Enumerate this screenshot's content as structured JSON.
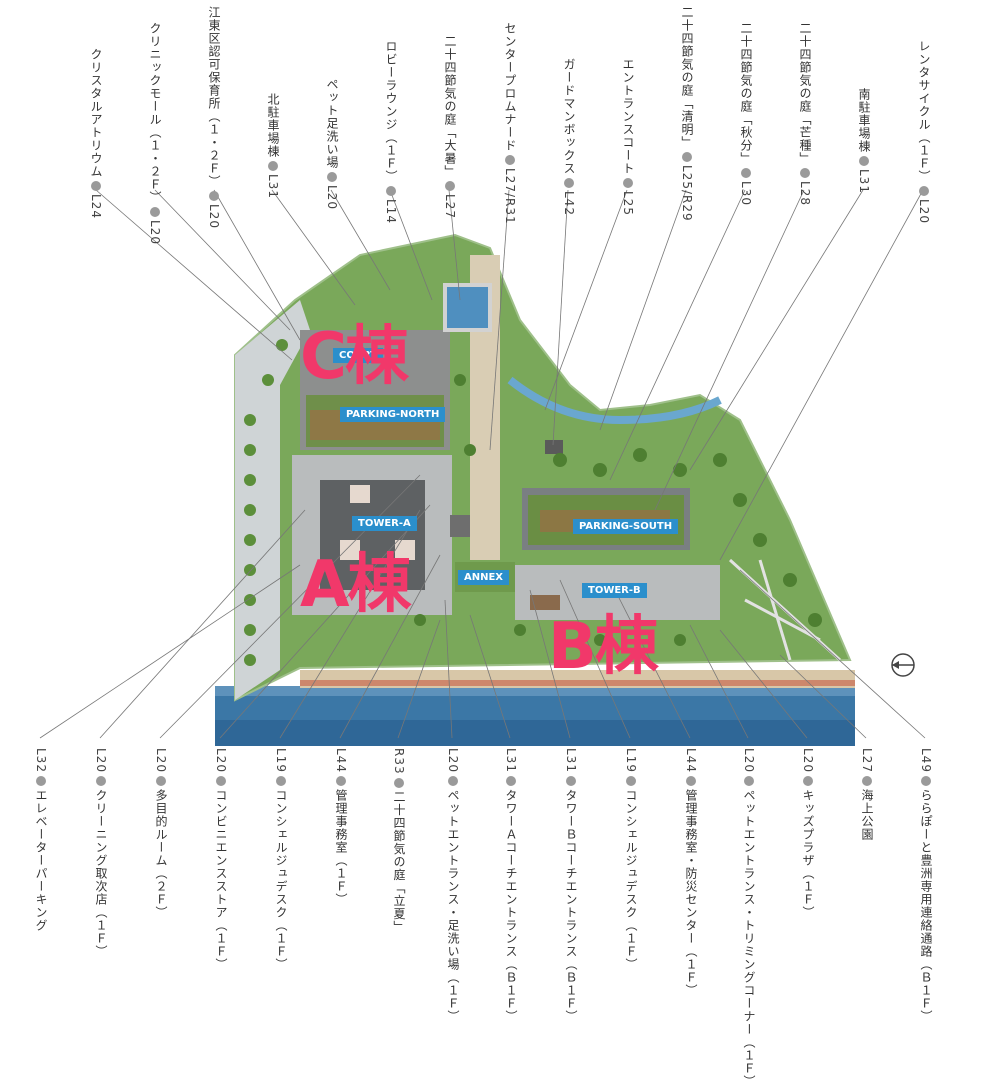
{
  "top_labels": [
    {
      "code": "L24",
      "name": "クリスタルアトリウム"
    },
    {
      "code": "L20",
      "name": "クリニックモール（１・２Ｆ）"
    },
    {
      "code": "L20",
      "name": "江東区認可保育所（１・２Ｆ）"
    },
    {
      "code": "L31",
      "name": "北駐車場棟"
    },
    {
      "code": "L20",
      "name": "ペット足洗い場"
    },
    {
      "code": "L14",
      "name": "ロビーラウンジ（１Ｆ）"
    },
    {
      "code": "L27",
      "name": "二十四節気の庭「大暑」"
    },
    {
      "code": "L27/R31",
      "name": "センタープロムナード"
    },
    {
      "code": "L42",
      "name": "ガードマンボックス"
    },
    {
      "code": "L25",
      "name": "エントランスコート"
    },
    {
      "code": "L25/R29",
      "name": "二十四節気の庭「清明」"
    },
    {
      "code": "L30",
      "name": "二十四節気の庭「秋分」"
    },
    {
      "code": "L28",
      "name": "二十四節気の庭「芒種」"
    },
    {
      "code": "L31",
      "name": "南駐車場棟"
    },
    {
      "code": "L20",
      "name": "レンタサイクル（１Ｆ）"
    }
  ],
  "bottom_labels": [
    {
      "code": "L32",
      "name": "エレベーターパーキング"
    },
    {
      "code": "L20",
      "name": "クリーニング取次店（１Ｆ）"
    },
    {
      "code": "L20",
      "name": "多目的ルーム（２Ｆ）"
    },
    {
      "code": "L20",
      "name": "コンビニエンスストア（１Ｆ）"
    },
    {
      "code": "L19",
      "name": "コンシェルジュデスク（１Ｆ）"
    },
    {
      "code": "L44",
      "name": "管理事務室（１Ｆ）"
    },
    {
      "code": "R33",
      "name": "二十四節気の庭「立夏」"
    },
    {
      "code": "L20",
      "name": "ペットエントランス・足洗い場（１Ｆ）"
    },
    {
      "code": "L31",
      "name": "タワーＡコーチエントランス（Ｂ１Ｆ）"
    },
    {
      "code": "L31",
      "name": "タワーＢコーチエントランス（Ｂ１Ｆ）"
    },
    {
      "code": "L19",
      "name": "コンシェルジュデスク（１Ｆ）"
    },
    {
      "code": "L44",
      "name": "管理事務室・防災センター（１Ｆ）"
    },
    {
      "code": "L20",
      "name": "ペットエントランス・トリミングコーナー（１Ｆ）"
    },
    {
      "code": "L20",
      "name": "キッズプラザ（１Ｆ）"
    },
    {
      "code": "L27",
      "name": "海上公園"
    },
    {
      "code": "L49",
      "name": "ららぽーと豊洲専用連絡通路（Ｂ１Ｆ）"
    }
  ],
  "map": {
    "tags": {
      "court": "COURT",
      "parking_north": "PARKING-NORTH",
      "tower_a": "TOWER-A",
      "parking_south": "PARKING-SOUTH",
      "annex": "ANNEX",
      "tower_b": "TOWER-B"
    },
    "building_c": "C棟",
    "building_a": "A棟",
    "building_b": "B棟",
    "compass_icon": "north-compass-icon",
    "colors": {
      "overlay_text": "#f1386a",
      "tag_bg": "#2b8fcc",
      "greenery": "#5f9a3e",
      "water": "#2f6e9e"
    }
  }
}
